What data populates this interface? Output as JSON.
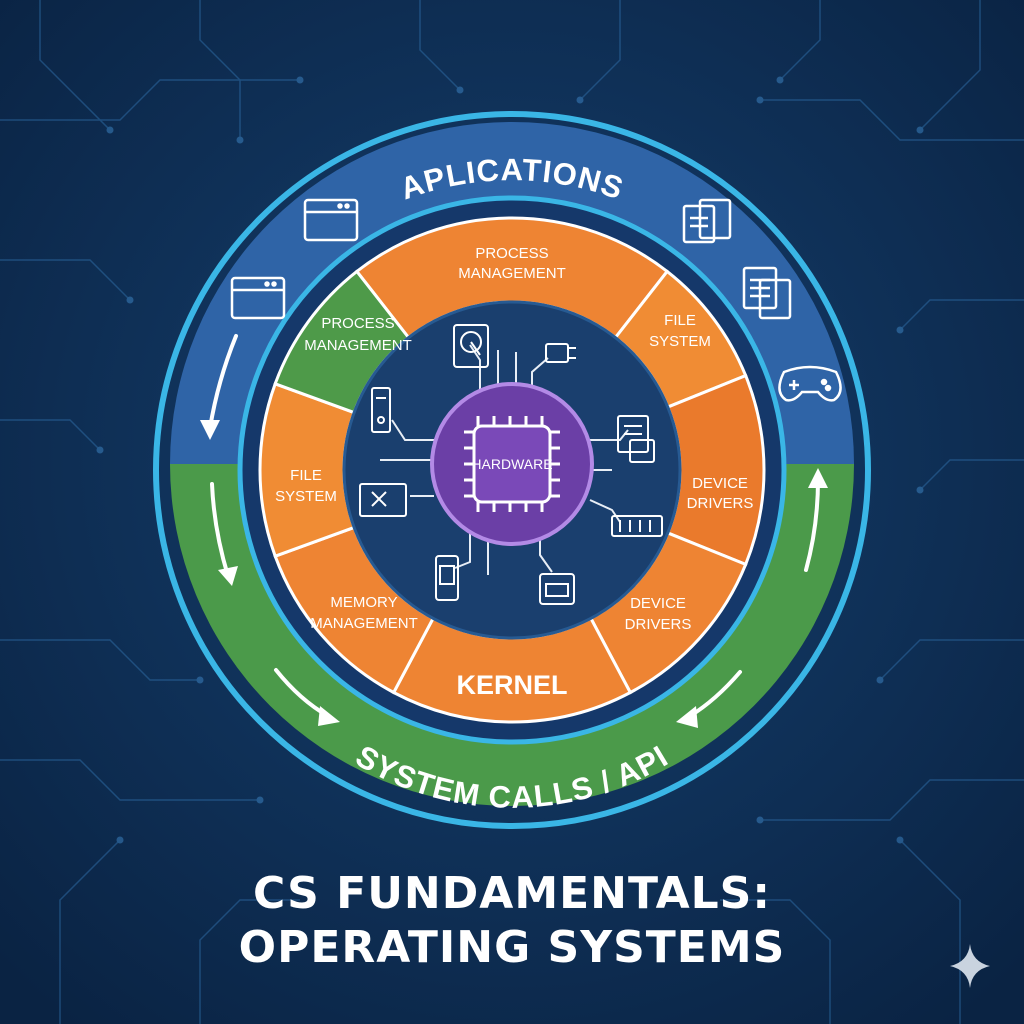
{
  "outer_ring": {
    "top_label": "APLICATIONS",
    "bottom_label": "SYSTEM CALLS / API"
  },
  "kernel": {
    "label": "KERNEL",
    "segments": {
      "top": [
        "PROCESS",
        "MANAGEMENT"
      ],
      "upper_right": [
        "FILE",
        "SYSTEM"
      ],
      "right": [
        "DEVICE",
        "DRIVERS"
      ],
      "lower_right": [
        "DEVICE",
        "DRIVERS"
      ],
      "lower_left": [
        "MEMORY",
        "MANAGEMENT"
      ],
      "left": [
        "FILE",
        "SYSTEM"
      ],
      "upper_left": [
        "PROCESS",
        "MANAGEMENT"
      ]
    }
  },
  "core": {
    "label": "HARDWARE"
  },
  "title": {
    "line1": "CS FUNDAMENTALS:",
    "line2": "OPERATING SYSTEMS"
  },
  "colors": {
    "background": "#0c2a4f",
    "applications_blue": "#2f64a7",
    "api_green": "#4b9a4a",
    "kernel_orange": "#ee8433",
    "kernel_green": "#4e9a49",
    "inner_navy": "#1a3f6e",
    "cpu_purple": "#6b3fa6",
    "ring_cyan": "#3ab6e6"
  },
  "icons": [
    "browser-window-icon",
    "documents-icon",
    "gamepad-icon",
    "hard-drive-icon",
    "monitor-icon",
    "cpu-chip-icon",
    "sparkle-icon"
  ]
}
